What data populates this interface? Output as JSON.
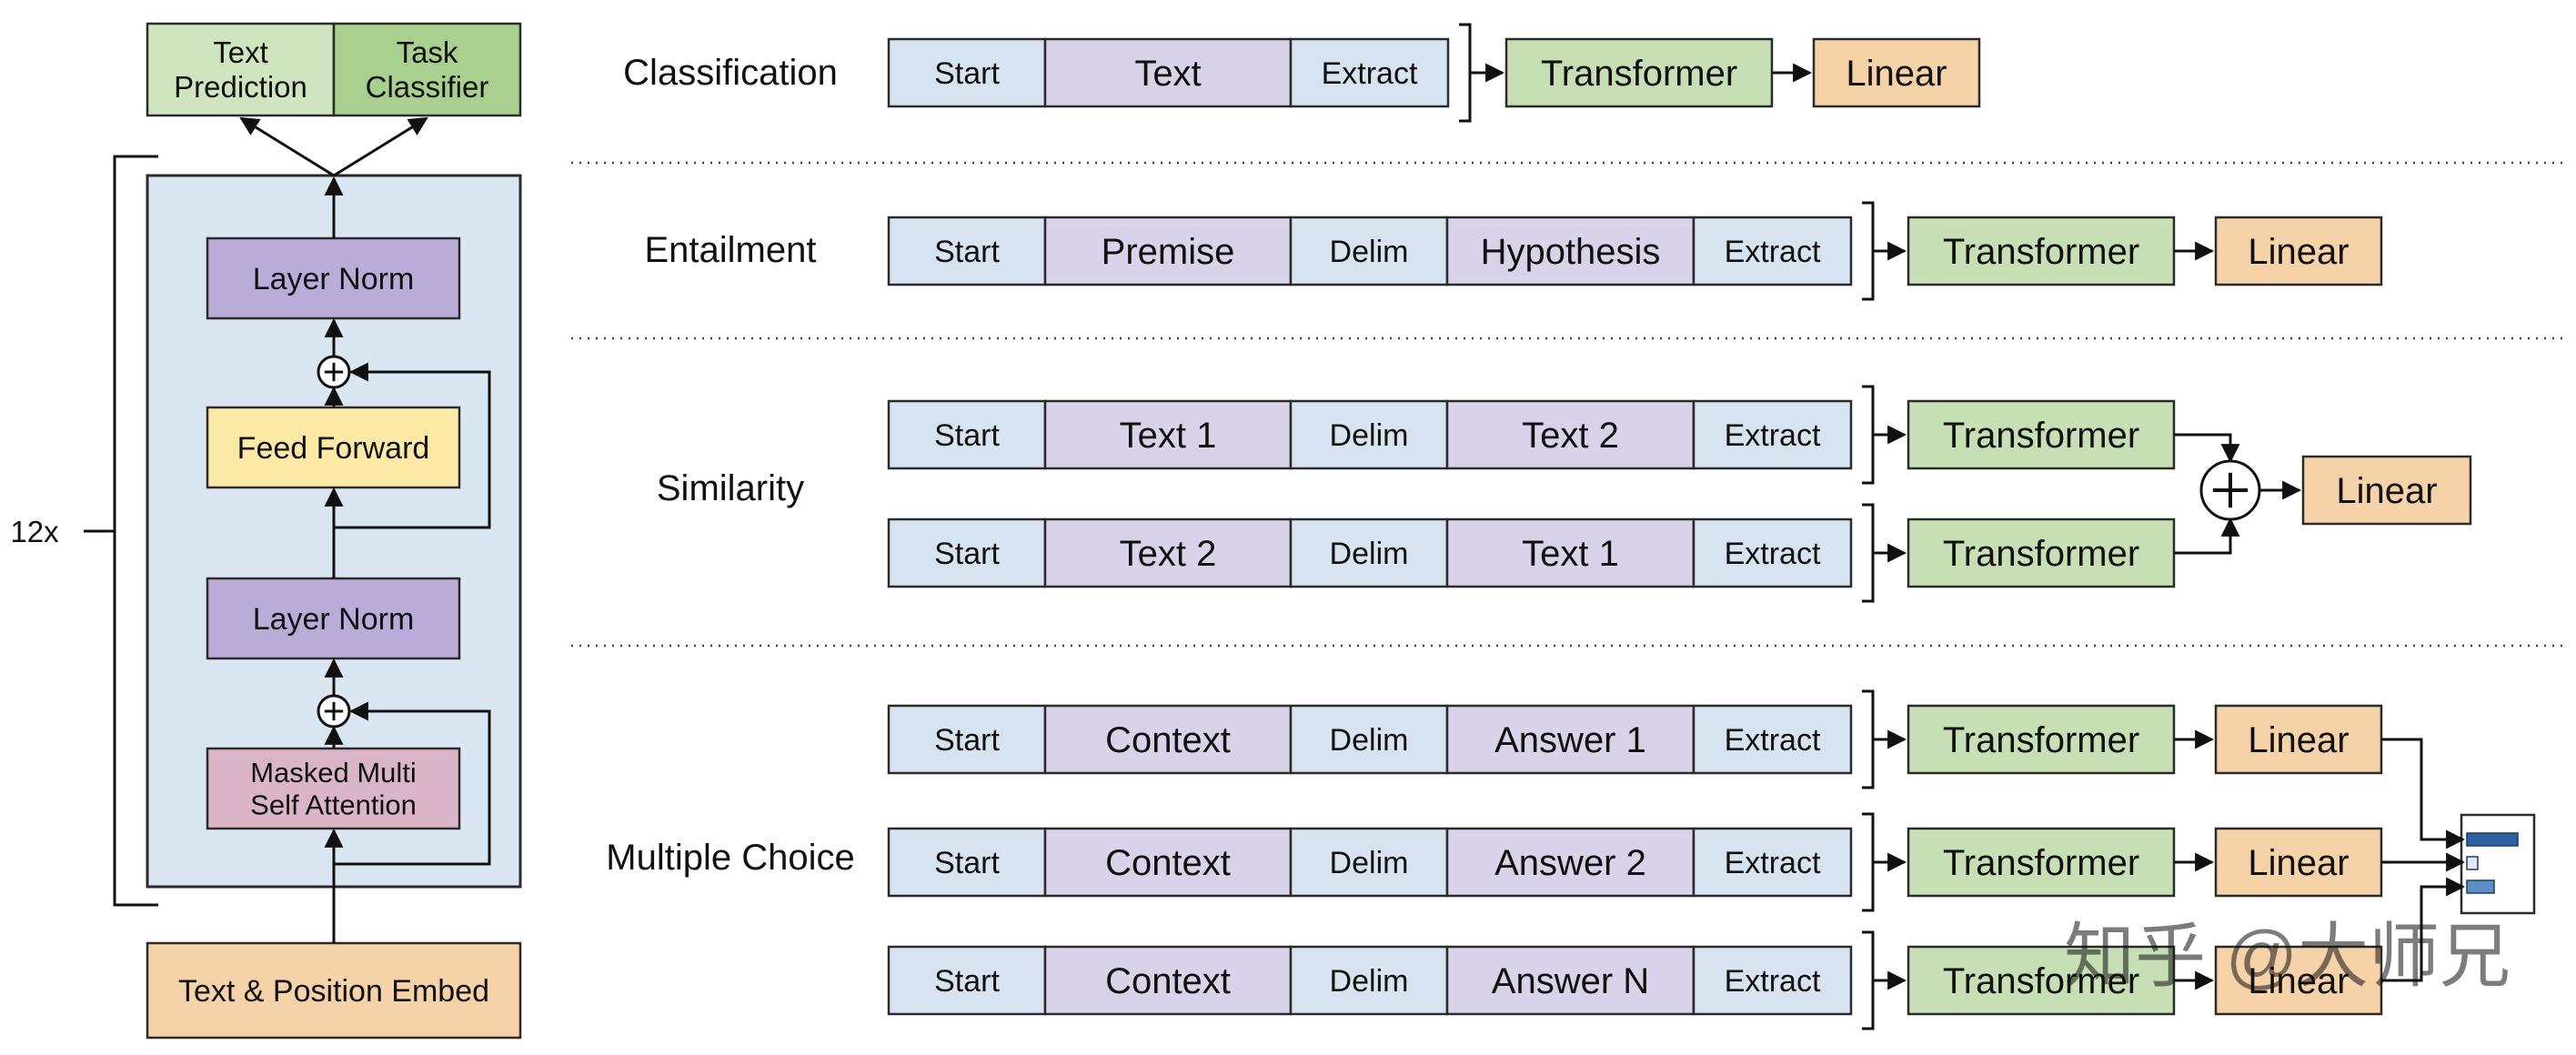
{
  "colors": {
    "blue": "#d8e3f1",
    "purple": "#d8d3e8",
    "green": "#c6dfb4",
    "orange": "#f5d2a8",
    "layer_norm": "#b9acd8",
    "feed_forward": "#fde9a6",
    "attention": "#d9b5c7",
    "panel_blue": "#dbe6f3",
    "task_classifier": "#a9d08e",
    "text_prediction": "#cfe5c0",
    "bar": "#2e5f9e",
    "bar_light": "#5d8fc7",
    "stroke": "#2b2b2b",
    "watermark": "#9a9a9a"
  },
  "architecture": {
    "repeat_label": "12x",
    "outputs": [
      {
        "lines": [
          "Text",
          "Prediction"
        ]
      },
      {
        "lines": [
          "Task",
          "Classifier"
        ]
      }
    ],
    "blocks": [
      {
        "name": "layer-norm-top",
        "lines": [
          "Layer Norm"
        ]
      },
      {
        "name": "feed-forward",
        "lines": [
          "Feed Forward"
        ]
      },
      {
        "name": "layer-norm-bottom",
        "lines": [
          "Layer Norm"
        ]
      },
      {
        "name": "masked-self-attention",
        "lines": [
          "Masked Multi",
          "Self Attention"
        ]
      }
    ],
    "embed_label": "Text & Position Embed"
  },
  "tasks": [
    {
      "label": "Classification",
      "rows": [
        {
          "segments": [
            "Start",
            "Text",
            "Extract"
          ],
          "transformer": "Transformer",
          "linear": "Linear"
        }
      ]
    },
    {
      "label": "Entailment",
      "rows": [
        {
          "segments": [
            "Start",
            "Premise",
            "Delim",
            "Hypothesis",
            "Extract"
          ],
          "transformer": "Transformer",
          "linear": "Linear"
        }
      ]
    },
    {
      "label": "Similarity",
      "rows": [
        {
          "segments": [
            "Start",
            "Text 1",
            "Delim",
            "Text 2",
            "Extract"
          ],
          "transformer": "Transformer"
        },
        {
          "segments": [
            "Start",
            "Text 2",
            "Delim",
            "Text 1",
            "Extract"
          ],
          "transformer": "Transformer"
        }
      ],
      "combine_symbol": "+",
      "linear": "Linear"
    },
    {
      "label": "Multiple Choice",
      "rows": [
        {
          "segments": [
            "Start",
            "Context",
            "Delim",
            "Answer 1",
            "Extract"
          ],
          "transformer": "Transformer",
          "linear": "Linear"
        },
        {
          "segments": [
            "Start",
            "Context",
            "Delim",
            "Answer 2",
            "Extract"
          ],
          "transformer": "Transformer",
          "linear": "Linear"
        },
        {
          "segments": [
            "Start",
            "Context",
            "Delim",
            "Answer N",
            "Extract"
          ],
          "transformer": "Transformer",
          "linear": "Linear"
        }
      ]
    }
  ],
  "watermark": "知乎 @大师兄"
}
